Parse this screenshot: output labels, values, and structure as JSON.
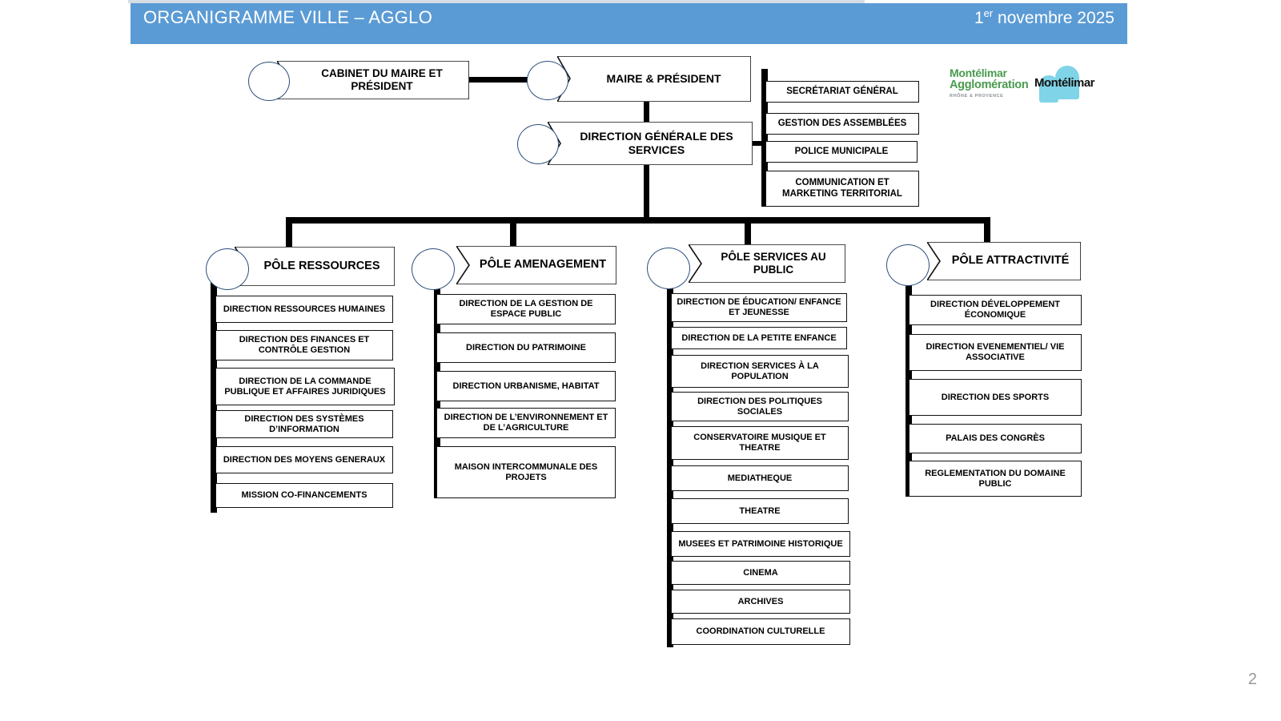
{
  "header": {
    "title": "ORGANIGRAMME VILLE – AGGLO",
    "date_number": "1",
    "date_suffix": "er",
    "date_rest": " novembre 2025",
    "bg_color": "#5B9BD5",
    "text_color": "#FFFFFF"
  },
  "logos": {
    "agglo": {
      "line1": "Montélimar",
      "line2": "Agglomération",
      "line3": "RHÔNE & PROVENCE",
      "color": "#4A9B4E"
    },
    "ville": {
      "word": "Montélimar",
      "shape_color": "#7FD4E8",
      "text_color": "#111111"
    }
  },
  "top_nodes": [
    {
      "id": "cabinet",
      "label": "CABINET DU MAIRE ET PRÉSIDENT"
    },
    {
      "id": "maire",
      "label": "MAIRE & PRÉSIDENT"
    },
    {
      "id": "dgs",
      "label": "DIRECTION GÉNÉRALE DES SERVICES"
    }
  ],
  "staff_units": [
    {
      "label": "SECRÉTARIAT GÉNÉRAL"
    },
    {
      "label": "GESTION DES ASSEMBLÉES"
    },
    {
      "label": "POLICE MUNICIPALE"
    },
    {
      "label": "COMMUNICATION ET MARKETING TERRITORIAL"
    }
  ],
  "poles": [
    {
      "id": "ressources",
      "title": "PÔLE RESSOURCES",
      "items": [
        {
          "label": "DIRECTION RESSOURCES HUMAINES"
        },
        {
          "label": "DIRECTION DES FINANCES ET CONTRÔLE GESTION"
        },
        {
          "label": "DIRECTION DE LA COMMANDE PUBLIQUE ET AFFAIRES JURIDIQUES"
        },
        {
          "label": "DIRECTION DES SYSTÈMES D’INFORMATION"
        },
        {
          "label": "DIRECTION DES MOYENS GENERAUX"
        },
        {
          "label": "MISSION CO-FINANCEMENTS"
        }
      ]
    },
    {
      "id": "amenagement",
      "title": "PÔLE AMENAGEMENT",
      "items": [
        {
          "label": "DIRECTION DE LA GESTION  DE ESPACE PUBLIC"
        },
        {
          "label": "DIRECTION DU PATRIMOINE"
        },
        {
          "label": "DIRECTION URBANISME, HABITAT"
        },
        {
          "label": "DIRECTION DE L’ENVIRONNEMENT ET DE L’AGRICULTURE"
        },
        {
          "label": "MAISON INTERCOMMUNALE DES PROJETS"
        }
      ]
    },
    {
      "id": "services-au-public",
      "title": "PÔLE SERVICES AU PUBLIC",
      "items": [
        {
          "label": "DIRECTION DE ÉDUCATION/ ENFANCE ET JEUNESSE"
        },
        {
          "label": "DIRECTION DE LA PETITE ENFANCE"
        },
        {
          "label": "DIRECTION SERVICES À LA POPULATION"
        },
        {
          "label": "DIRECTION DES POLITIQUES SOCIALES"
        },
        {
          "label": "CONSERVATOIRE MUSIQUE ET THEATRE"
        },
        {
          "label": "MEDIATHEQUE"
        },
        {
          "label": "THEATRE"
        },
        {
          "label": "MUSEES ET PATRIMOINE HISTORIQUE"
        },
        {
          "label": "CINEMA"
        },
        {
          "label": "ARCHIVES"
        },
        {
          "label": "COORDINATION CULTURELLE"
        }
      ]
    },
    {
      "id": "attractivite",
      "title": "PÔLE ATTRACTIVITÉ",
      "items": [
        {
          "label": "DIRECTION DÉVELOPPEMENT ÉCONOMIQUE"
        },
        {
          "label": "DIRECTION EVENEMENTIEL/ VIE ASSOCIATIVE"
        },
        {
          "label": "DIRECTION DES SPORTS"
        },
        {
          "label": "PALAIS DES CONGRÈS"
        },
        {
          "label": "REGLEMENTATION DU DOMAINE PUBLIC"
        }
      ]
    }
  ],
  "page_number": "2"
}
